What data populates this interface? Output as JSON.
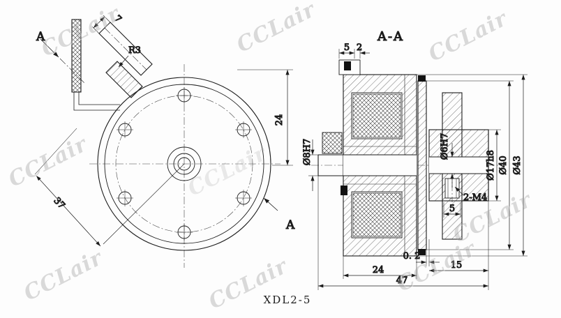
{
  "watermark": {
    "text": "CCLair"
  },
  "caption": "XDL2-5",
  "views": {
    "section_title": "A-A"
  },
  "front_view": {
    "section_label_top": "A",
    "section_label_bottom": "A",
    "dims": {
      "arm_width": "7",
      "corner_radius": "R3",
      "arm_length": "37",
      "center_offset": "24"
    }
  },
  "section_view": {
    "dims": {
      "cap_width": "5",
      "cap_step": "2",
      "bore_input": "Ø8H7",
      "bore_output": "Ø6H7",
      "hub_dia": "Ø17h8",
      "armature_dia": "Ø40",
      "outer_dia": "Ø43",
      "tapped_holes": "2-M4",
      "tap_offset": "5",
      "air_gap": "0. 2",
      "stator_width": "24",
      "hub_length": "15",
      "total_length": "47"
    }
  }
}
